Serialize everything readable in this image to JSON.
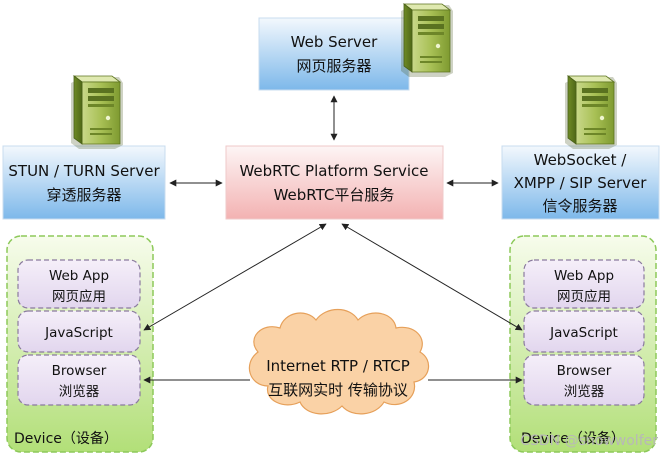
{
  "web_server": {
    "line1": "Web Server",
    "line2": "网页服务器"
  },
  "stun_server": {
    "line1": "STUN / TURN Server",
    "line2": "穿透服务器"
  },
  "platform": {
    "line1": "WebRTC Platform Service",
    "line2": "WebRTC平台服务"
  },
  "signal_server": {
    "line1": "WebSocket /",
    "line2": "XMPP / SIP Server",
    "line3": "信令服务器"
  },
  "device_left": {
    "webapp_line1": "Web App",
    "webapp_line2": "网页应用",
    "javascript": "JavaScript",
    "browser_line1": "Browser",
    "browser_line2": "浏览器",
    "caption": "Device（设备）"
  },
  "device_right": {
    "webapp_line1": "Web App",
    "webapp_line2": "网页应用",
    "javascript": "JavaScript",
    "browser_line1": "Browser",
    "browser_line2": "浏览器",
    "caption": "Device（设备）"
  },
  "cloud": {
    "line1": "Internet RTP / RTCP",
    "line2": "互联网实时 传输协议"
  },
  "watermark": "CSDN @snowwolfer",
  "colors": {
    "server_box_top": "#f3f8fd",
    "server_box_bottom": "#6fb0e6",
    "platform_box_top": "#fdf3f3",
    "platform_box_bottom": "#f2aeae",
    "device_top": "#f6fbea",
    "device_bottom": "#a8da6a",
    "device_border": "#8dc95a",
    "inner_fill": "#efe6f6",
    "inner_border": "#8a7a9e",
    "cloud_fill": "#fad2a6",
    "cloud_stroke": "#e6a05a",
    "arrow": "#222222"
  }
}
